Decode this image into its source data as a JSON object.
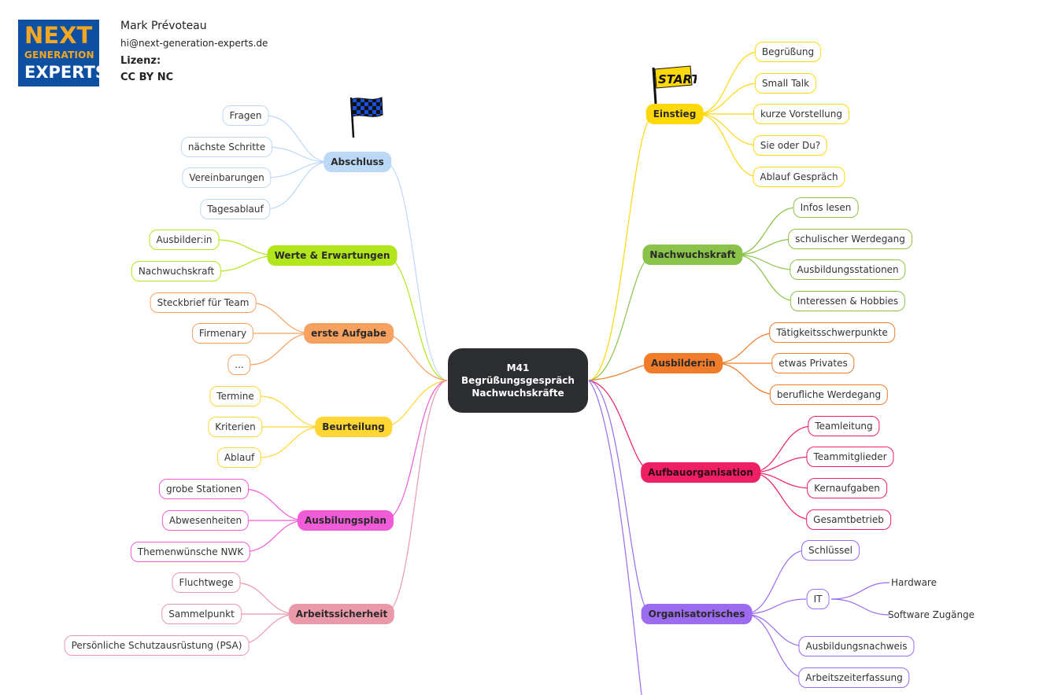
{
  "header": {
    "logo": {
      "line1": "NEXT",
      "line2": "GENERATION",
      "line3": "EXPERTS"
    },
    "author": "Mark Prévoteau",
    "email": "hi@next-generation-experts.de",
    "license_label": "Lizenz:",
    "license_value": "CC BY NC"
  },
  "center": {
    "line1": "M41",
    "line2": "Begrüßungsgespräch",
    "line3": "Nachwuchskräfte"
  },
  "flags": {
    "start_label": "START"
  },
  "colors": {
    "einstieg": "#ffd80a",
    "nachwuchskraft": "#8bc34a",
    "ausbilder": "#f07c2a",
    "aufbau": "#ee1f63",
    "organisatorisches": "#9c6bf0",
    "abschluss": "#bcd8f7",
    "werte": "#b2e61c",
    "erste_aufgabe": "#f7a161",
    "beurteilung": "#ffd633",
    "ausbildungsplan": "#f05bd8",
    "arbeitssicherheit": "#ea99ab"
  },
  "right": {
    "einstieg": {
      "label": "Einstieg",
      "items": [
        "Begrüßung",
        "Small Talk",
        "kurze Vorstellung",
        "Sie oder Du?",
        "Ablauf Gespräch"
      ]
    },
    "nachwuchskraft": {
      "label": "Nachwuchskraft",
      "items": [
        "Infos lesen",
        "schulischer Werdegang",
        "Ausbildungsstationen",
        "Interessen & Hobbies"
      ]
    },
    "ausbilder": {
      "label": "Ausbilder:in",
      "items": [
        "Tätigkeitsschwerpunkte",
        "etwas Privates",
        "berufliche Werdegang"
      ]
    },
    "aufbau": {
      "label": "Aufbauorganisation",
      "items": [
        "Teamleitung",
        "Teammitglieder",
        "Kernaufgaben",
        "Gesamtbetrieb"
      ]
    },
    "organisatorisches": {
      "label": "Organisatorisches",
      "items": [
        "Schlüssel",
        "IT",
        "Ausbildungsnachweis",
        "Arbeitszeiterfassung"
      ],
      "it_items": [
        "Hardware",
        "Software Zugänge"
      ]
    }
  },
  "left": {
    "abschluss": {
      "label": "Abschluss",
      "items": [
        "Fragen",
        "nächste Schritte",
        "Vereinbarungen",
        "Tagesablauf"
      ]
    },
    "werte": {
      "label": "Werte & Erwartungen",
      "items": [
        "Ausbilder:in",
        "Nachwuchskraft"
      ]
    },
    "erste_aufgabe": {
      "label": "erste Aufgabe",
      "items": [
        "Steckbrief für Team",
        "Firmenary",
        "..."
      ]
    },
    "beurteilung": {
      "label": "Beurteilung",
      "items": [
        "Termine",
        "Kriterien",
        "Ablauf"
      ]
    },
    "ausbildungsplan": {
      "label": "Ausbilungsplan",
      "items": [
        "grobe Stationen",
        "Abwesenheiten",
        "Themenwünsche NWK"
      ]
    },
    "arbeitssicherheit": {
      "label": "Arbeitssicherheit",
      "items": [
        "Fluchtwege",
        "Sammelpunkt",
        "Persönliche Schutzausrüstung (PSA)"
      ]
    }
  }
}
